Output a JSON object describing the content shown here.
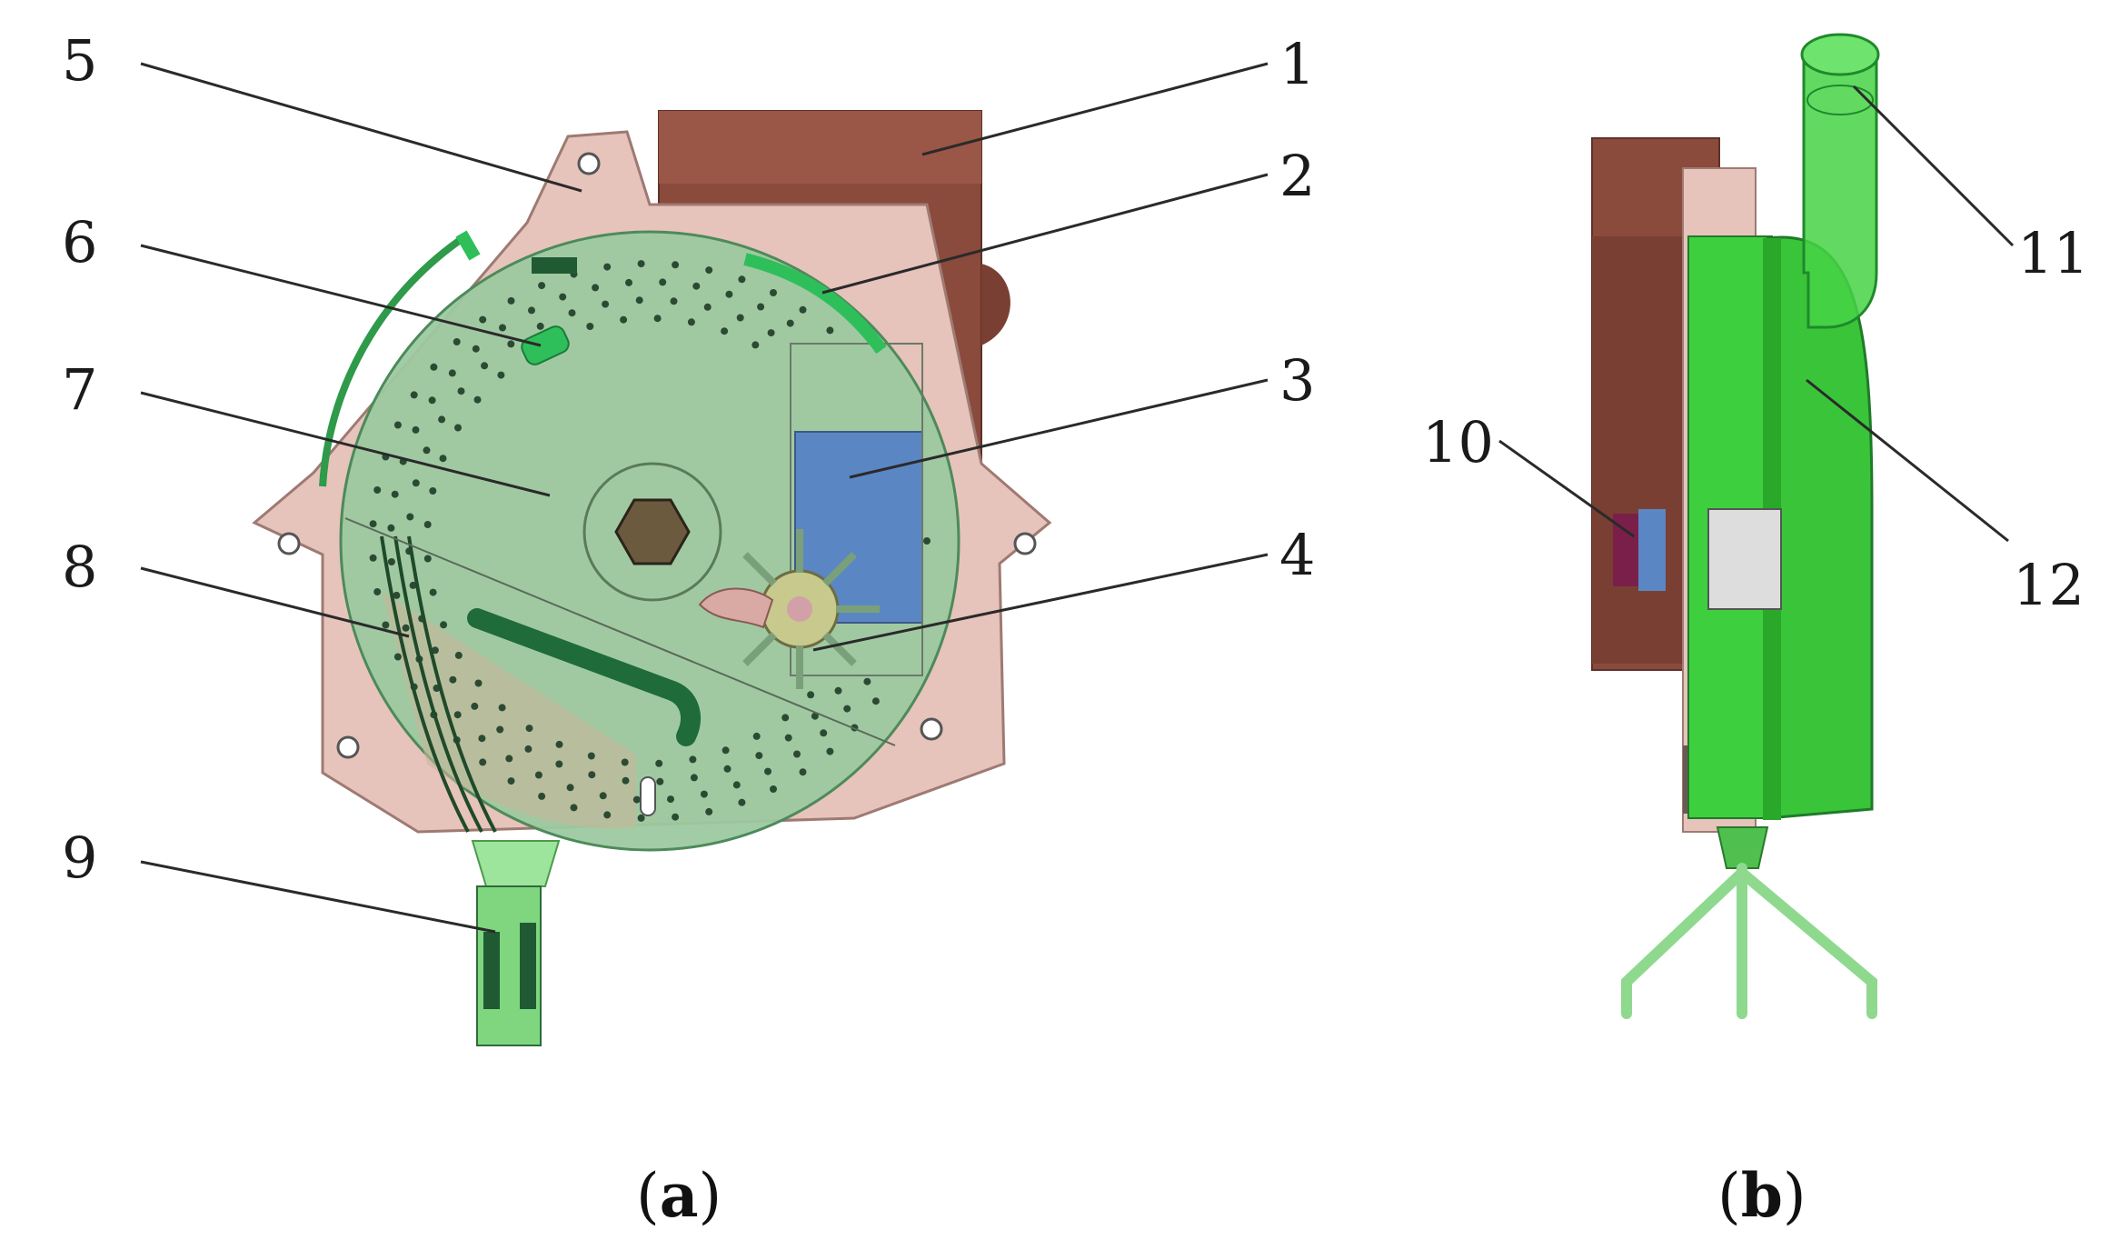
{
  "labels": {
    "l1": "1",
    "l2": "2",
    "l3": "3",
    "l4": "4",
    "l5": "5",
    "l6": "6",
    "l7": "7",
    "l8": "8",
    "l9": "9",
    "l10": "10",
    "l11": "11",
    "l12": "12"
  },
  "captions": {
    "a_open": "(",
    "a_letter": "a",
    "a_close": ")",
    "b_open": "(",
    "b_letter": "b",
    "b_close": ")"
  },
  "colors": {
    "brown": "#8a4a3c",
    "brown_dark": "#6e3a2f",
    "pink_plate": "#e6c3bb",
    "green_disc": "#9cc9a0",
    "green_bright": "#3ecf3e",
    "green_dark": "#1f6b3a",
    "blue_box": "#5b86c4",
    "olive": "#c7c98d"
  }
}
